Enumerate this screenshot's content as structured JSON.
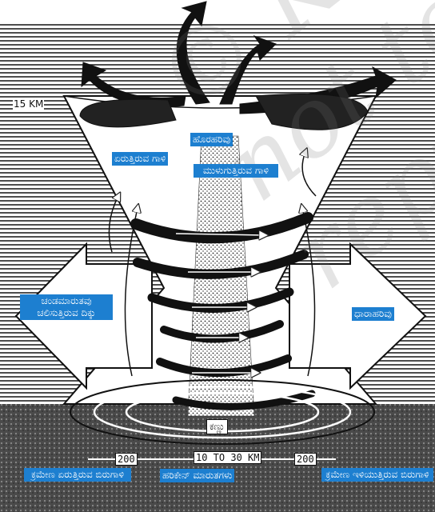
{
  "height_label": "15 KM",
  "labels": {
    "outflow": "ಹೊರಹರಿವು",
    "outward_wind": "ಏರುತ್ತಿರುವ ಗಾಳಿ",
    "sinking_air": "ಮುಳುಗುತ್ತಿರುವ ಗಾಳಿ",
    "storm_direction": "ಚಂಡಮಾರುತವು ಚಲಿಸುತ್ತಿರುವ ದಿಕ್ಕು",
    "flow_in": "ಧಾರಾಹರಿವು",
    "eye": "ಕಣ್ಣು",
    "rising_winds": "ಕ್ರಮೇಣ ಏರುತ್ತಿರುವ ಬಿರುಗಾಳಿ",
    "hurricane_winds": "ಹರಿಕೇನ್ ಮಾರುತಗಳು",
    "descending_winds": "ಕ್ರಮೇಣ ಇಳಿಯುತ್ತಿರುವ ಬಿರುಗಾಳಿ"
  },
  "scale": {
    "left": "200",
    "center": "10 TO 30 KM",
    "right": "200"
  },
  "watermark": "© KTBS not to be republished"
}
